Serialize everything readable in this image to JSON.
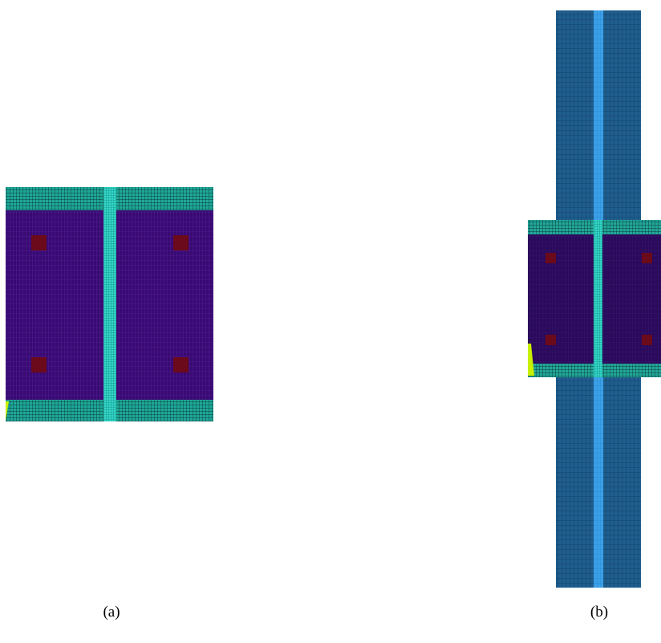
{
  "figure": {
    "panels": [
      {
        "id": "a",
        "label": "(a)"
      },
      {
        "id": "b",
        "label": "(b)"
      }
    ],
    "colors": {
      "flange_mesh": "#1fa89a",
      "flange_line": "#0b3b36",
      "web_mesh": "#33d6c8",
      "plate_fill": "#3a0a73",
      "plate_line": "#5a2aa8",
      "bolt": "#6b0a1a",
      "column_fill": "#1f5e8f",
      "column_line": "#0f3a5c",
      "column_web": "#3aa0e8",
      "plate_b_fill": "#2a0a5a",
      "support_marker": "#c8f000"
    }
  }
}
